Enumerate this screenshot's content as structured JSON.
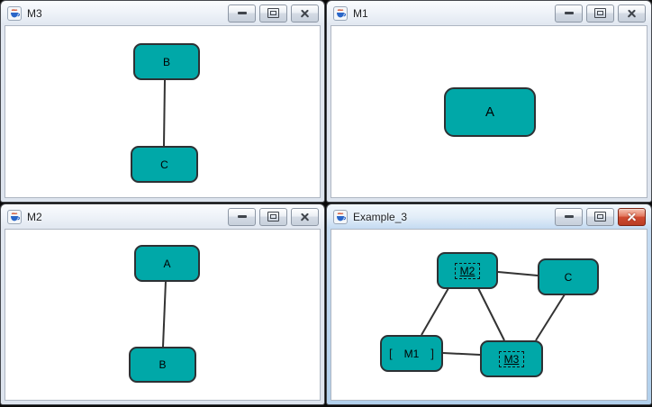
{
  "app": {
    "background": "#0a0a0a"
  },
  "colors": {
    "node_fill": "#00a8a8",
    "node_border": "#2d3134",
    "edge_color": "#333333",
    "active_close_red": "#d04b31",
    "titlebar_inactive": "#e2e8f1",
    "titlebar_active": "#c6dcf2"
  },
  "window_controls": {
    "minimize": "minimize",
    "maximize": "maximize",
    "close": "close"
  },
  "windows": [
    {
      "title": "M3",
      "active": false,
      "icon": "java-coffee-cup-icon",
      "nodes": [
        {
          "label": "B"
        },
        {
          "label": "C"
        }
      ],
      "edges": [
        {
          "from": "B",
          "to": "C"
        }
      ]
    },
    {
      "title": "M1",
      "active": false,
      "icon": "java-coffee-cup-icon",
      "nodes": [
        {
          "label": "A"
        }
      ],
      "edges": []
    },
    {
      "title": "M2",
      "active": false,
      "icon": "java-coffee-cup-icon",
      "nodes": [
        {
          "label": "A"
        },
        {
          "label": "B"
        }
      ],
      "edges": [
        {
          "from": "A",
          "to": "B"
        }
      ]
    },
    {
      "title": "Example_3",
      "active": true,
      "icon": "java-coffee-cup-icon",
      "nodes": [
        {
          "label": "M2",
          "type": "group-underlined-dashed-box"
        },
        {
          "label": "C",
          "type": "plain"
        },
        {
          "label": "M1",
          "type": "bracketed",
          "bracket_left": "[",
          "bracket_right": "]"
        },
        {
          "label": "M3",
          "type": "group-underlined-dashed-box"
        }
      ],
      "edges": [
        {
          "from": "M2",
          "to": "C"
        },
        {
          "from": "M2",
          "to": "M1"
        },
        {
          "from": "M2",
          "to": "M3"
        },
        {
          "from": "M1",
          "to": "M3"
        },
        {
          "from": "M3",
          "to": "C"
        }
      ]
    }
  ]
}
